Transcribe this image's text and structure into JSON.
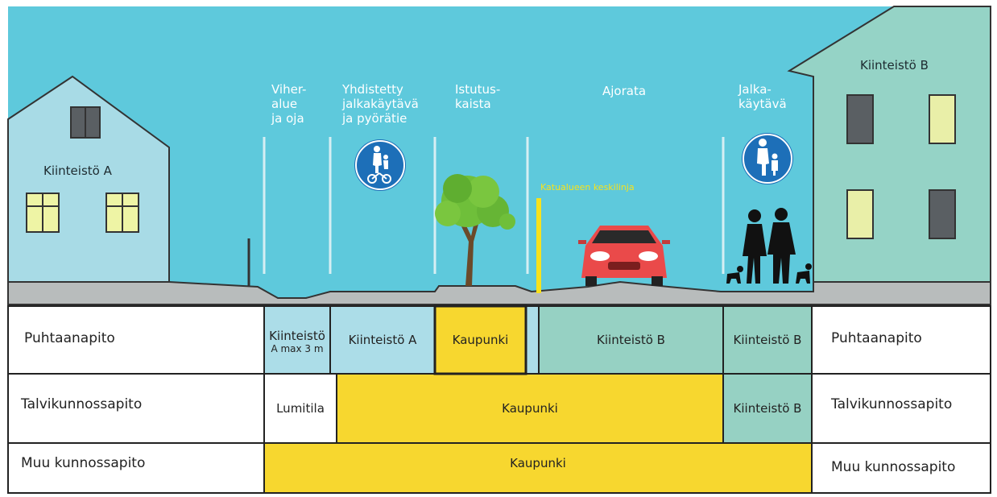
{
  "zones": {
    "viheralue": "Viher-\nalue\nja oja",
    "yhdistetty": "Yhdistetty\njalkakäytävä\nja pyörätie",
    "istutus": "Istutus-\nkaista",
    "ajorata": "Ajorata",
    "jalkakaytava": "Jalka-\nkäytävä"
  },
  "properties": {
    "a": "Kiinteistö A",
    "b": "Kiinteistö B"
  },
  "centerline_label": "Katualueen keskilinja",
  "table": {
    "row1": {
      "label": "Puhtaanapito",
      "label_right": "Puhtaanapito",
      "c1_main": "Kiinteistö",
      "c1_sub": "A max 3 m",
      "c2": "Kiinteistö A",
      "c3": "Kaupunki",
      "c4": "Kiinteistö B",
      "c5": "Kiinteistö B"
    },
    "row2": {
      "label": "Talvikunnossapito",
      "label_right": "Talvikunnossapito",
      "c1": "Lumitila",
      "c2": "Kaupunki",
      "c3": "Kiinteistö B"
    },
    "row3": {
      "label": "Muu kunnossapito",
      "label_right": "Muu kunnossapito",
      "c1": "Kaupunki"
    }
  },
  "colors": {
    "sky": "#5ec9dc",
    "house_a": "#a8dbe6",
    "house_b": "#95d3c6",
    "ground": "#b8bcbc",
    "yellow": "#f7d72f",
    "light_blue_cell": "#acdde8",
    "teal_cell": "#96d1c3",
    "sign_blue": "#1d6fb8",
    "car_red": "#ea4a4a",
    "tree_green": "#6fbf3a"
  },
  "icons": [
    "pedestrian-cycle-sign-icon",
    "pedestrian-sign-icon",
    "car-icon",
    "tree-icon",
    "people-with-dogs-icon"
  ]
}
